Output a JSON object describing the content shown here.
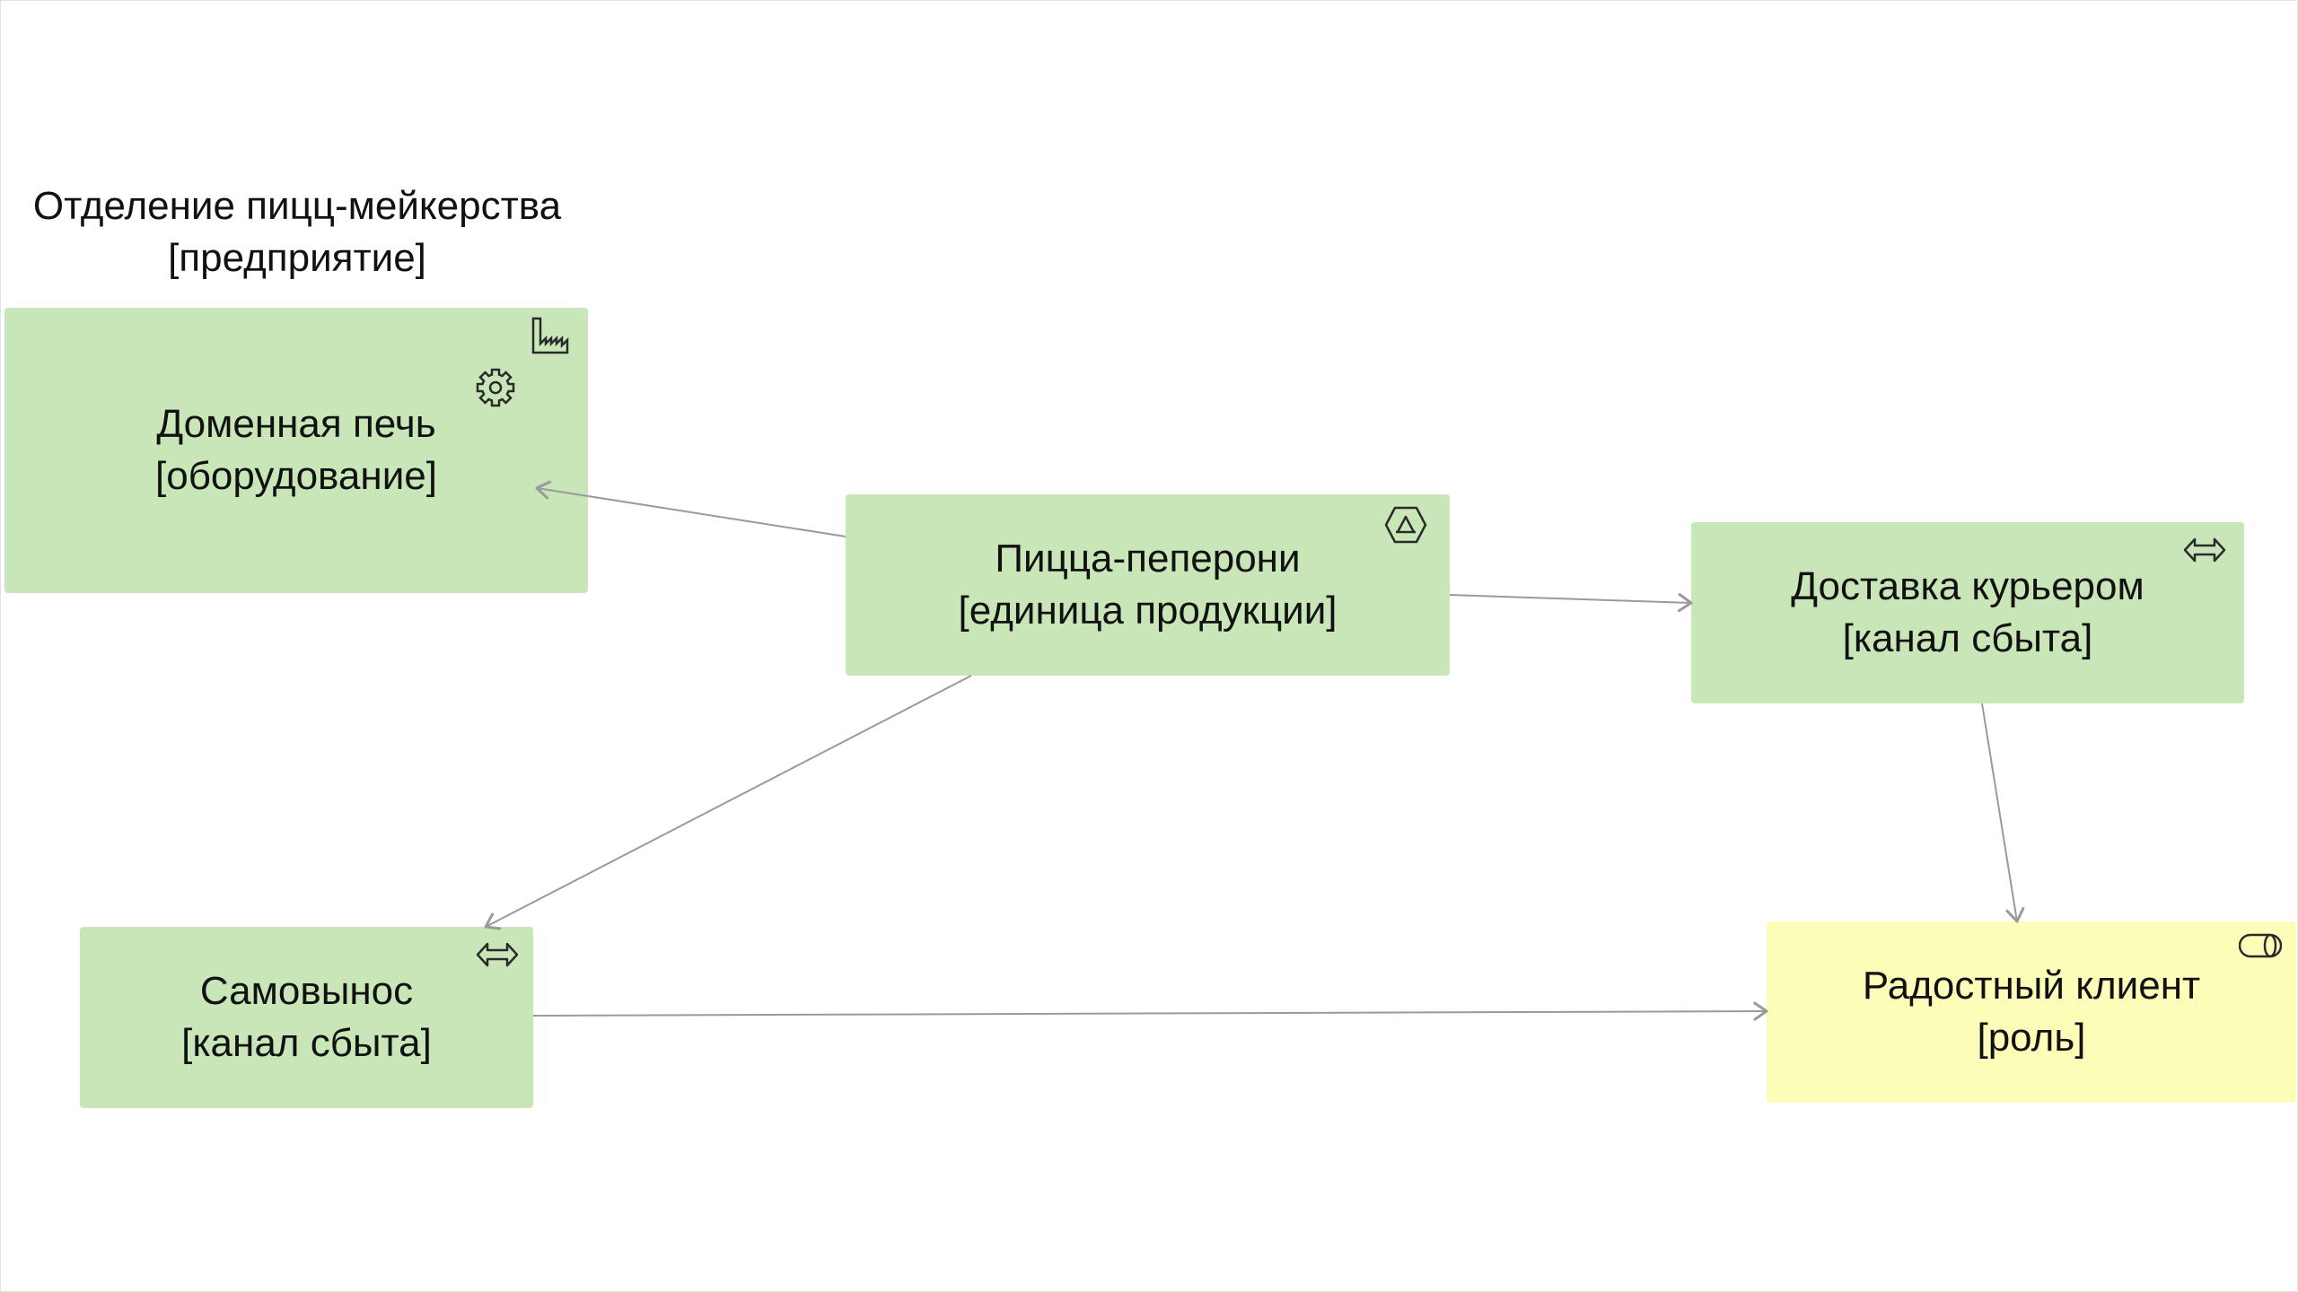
{
  "diagram": {
    "group": {
      "name": "Отделение пицц-мейкерства",
      "type": "[предприятие]"
    },
    "nodes": {
      "furnace": {
        "name": "Доменная печь",
        "type": "[оборудование]",
        "fill": "#c9e6b9",
        "icons": [
          "factory-icon",
          "gear-icon"
        ]
      },
      "pizza": {
        "name": "Пицца-пеперони",
        "type": "[единица продукции]",
        "fill": "#c9e6b9",
        "icons": [
          "product-icon"
        ]
      },
      "courier": {
        "name": "Доставка курьером",
        "type": "[канал сбыта]",
        "fill": "#c9e6b9",
        "icons": [
          "double-arrow-icon"
        ]
      },
      "pickup": {
        "name": "Самовынос",
        "type": "[канал сбыта]",
        "fill": "#c9e6b9",
        "icons": [
          "double-arrow-icon"
        ]
      },
      "client": {
        "name": "Радостный клиент",
        "type": "[роль]",
        "fill": "#fdfdba",
        "icons": [
          "role-icon"
        ]
      }
    },
    "edges": [
      {
        "from": "pizza",
        "to": "furnace"
      },
      {
        "from": "pizza",
        "to": "courier"
      },
      {
        "from": "pizza",
        "to": "pickup"
      },
      {
        "from": "courier",
        "to": "client"
      },
      {
        "from": "pickup",
        "to": "client"
      }
    ],
    "colors": {
      "edge": "#9a9a9a",
      "icon": "#2a2a2a",
      "border": "#e2e2e2"
    }
  }
}
